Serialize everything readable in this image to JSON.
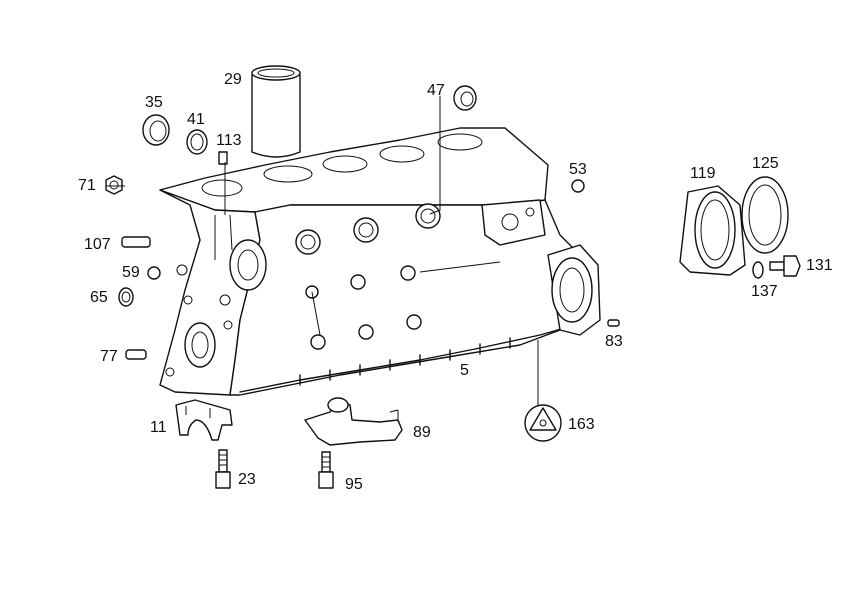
{
  "diagram": {
    "labels": {
      "p5": "5",
      "p11": "11",
      "p23": "23",
      "p29": "29",
      "p35": "35",
      "p41": "41",
      "p47": "47",
      "p53": "53",
      "p59": "59",
      "p65": "65",
      "p71": "71",
      "p77": "77",
      "p83": "83",
      "p89": "89",
      "p95": "95",
      "p107": "107",
      "p113": "113",
      "p119": "119",
      "p125": "125",
      "p131": "131",
      "p137": "137",
      "p163": "163"
    }
  }
}
